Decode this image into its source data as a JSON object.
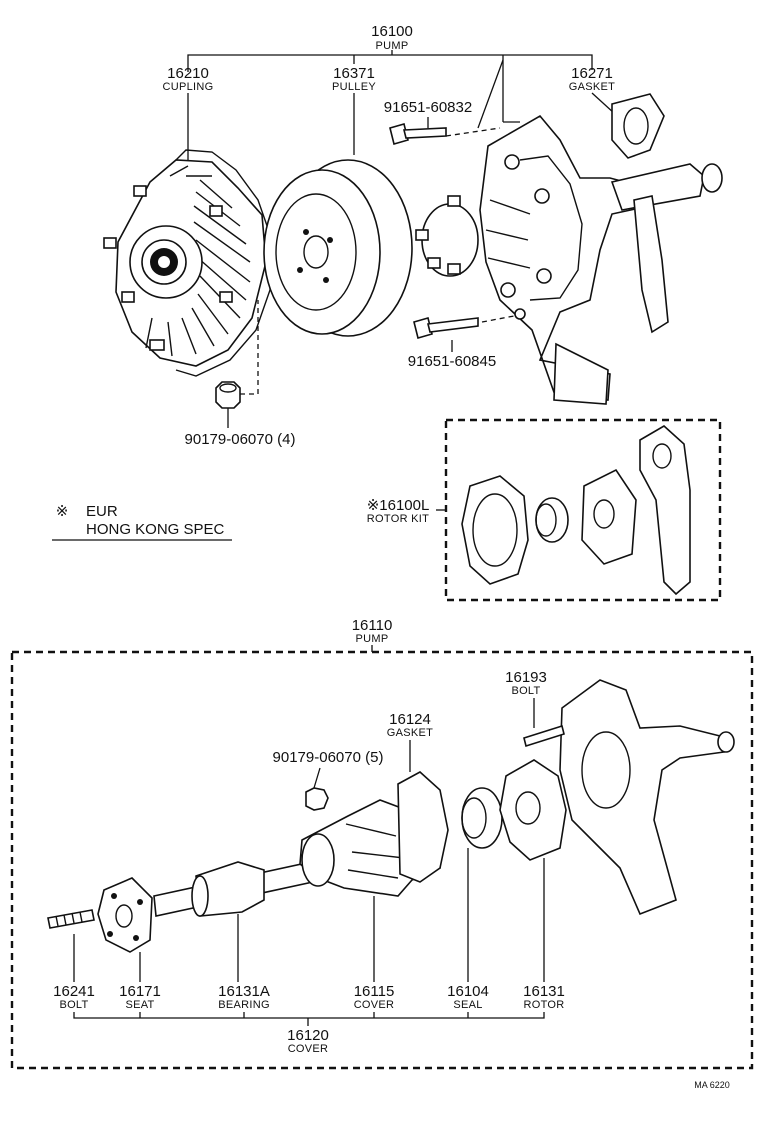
{
  "top_assembly": {
    "pump": {
      "part_no": "16100",
      "name": "PUMP"
    },
    "coupling": {
      "part_no": "16210",
      "name": "CUPLING"
    },
    "pulley": {
      "part_no": "16371",
      "name": "PULLEY"
    },
    "gasket": {
      "part_no": "16271",
      "name": "GASKET"
    },
    "bolt_a": {
      "part_no": "91651-60832"
    },
    "bolt_b": {
      "part_no": "91651-60845"
    },
    "nut": {
      "part_no": "90179-06070 (4)"
    }
  },
  "legend": {
    "symbol": "※",
    "line1": "EUR",
    "line2": "HONG KONG SPEC"
  },
  "rotor_kit": {
    "part_no": "※16100L",
    "name": "ROTOR KIT"
  },
  "bottom_assembly": {
    "pump": {
      "part_no": "16110",
      "name": "PUMP"
    },
    "bolt_top": {
      "part_no": "16193",
      "name": "BOLT"
    },
    "gasket": {
      "part_no": "16124",
      "name": "GASKET"
    },
    "nut": {
      "part_no": "90179-06070 (5)"
    },
    "bolt": {
      "part_no": "16241",
      "name": "BOLT"
    },
    "seat": {
      "part_no": "16171",
      "name": "SEAT"
    },
    "bearing": {
      "part_no": "16131A",
      "name": "BEARING"
    },
    "cover": {
      "part_no": "16115",
      "name": "COVER"
    },
    "seal": {
      "part_no": "16104",
      "name": "SEAL"
    },
    "rotor": {
      "part_no": "16131",
      "name": "ROTOR"
    },
    "cover_assy": {
      "part_no": "16120",
      "name": "COVER"
    }
  },
  "diagram_code": "MA 6220"
}
